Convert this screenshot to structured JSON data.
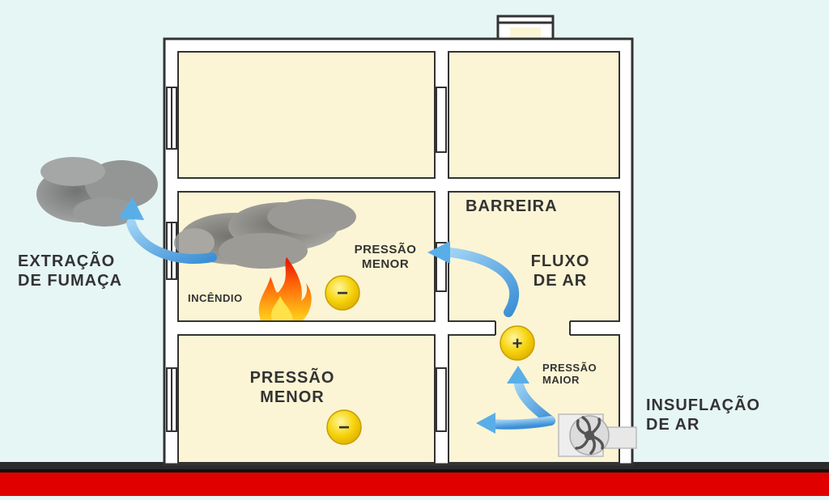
{
  "labels": {
    "barreira": "BARREIRA",
    "fluxo_de_ar": "FLUXO\nDE AR",
    "pressao_menor_upper": "PRESSÃO\nMENOR",
    "pressao_menor_lower": "PRESSÃO\nMENOR",
    "pressao_maior": "PRESSÃO\nMAIOR",
    "incendio": "INCÊNDIO",
    "extracao_de_fumaca": "EXTRAÇÃO\nDE FUMAÇA",
    "insuflacao_de_ar": "INSUFLAÇÃO\nDE AR"
  },
  "symbols": {
    "minus_upper": "−",
    "minus_lower": "−",
    "plus": "+"
  },
  "colors": {
    "background": "#e6f6f4",
    "room": "#fbf5d5",
    "wall": "#ffffff",
    "wall_outline": "#333333",
    "ground": "#2b2b2b",
    "ground_base": "#e00000",
    "arrow": "#5aaee8",
    "badge": "#f6d40e",
    "smoke": "#7a7a7a",
    "fire": "#ff3b0a"
  },
  "icons": [
    "fire-icon",
    "fan-icon",
    "smoke-cloud-icon",
    "arrow-icon"
  ]
}
